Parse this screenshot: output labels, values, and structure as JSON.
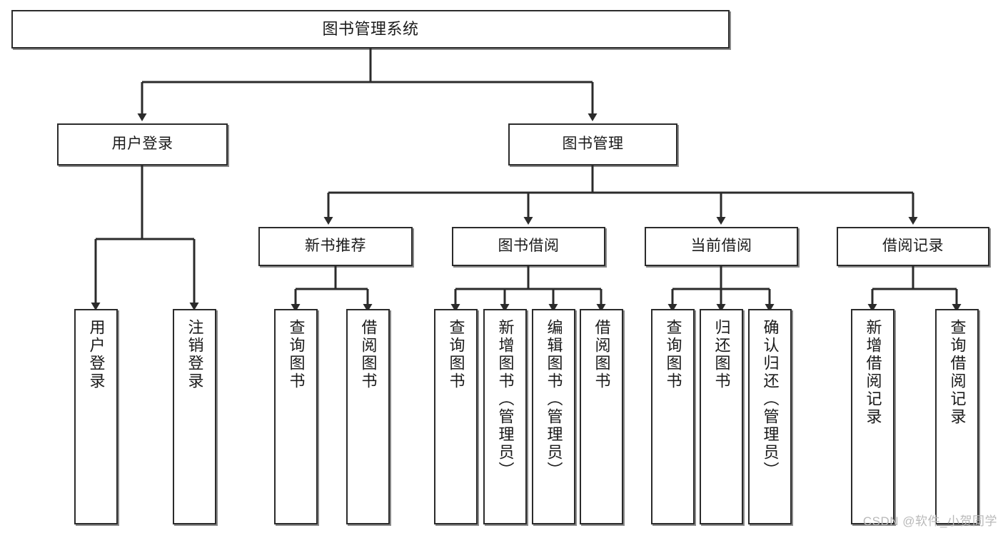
{
  "diagram": {
    "title": "图书管理系统",
    "type": "tree-hierarchy-diagram",
    "colors": {
      "background": "#ffffff",
      "box_border": "#2b2b2b",
      "box_fill": "#ffffff",
      "connector": "#2b2b2b",
      "text": "#1a1a1a",
      "watermark": "#b9b9b9"
    }
  },
  "nodes": {
    "root": {
      "label": "图书管理系统"
    },
    "level2": [
      {
        "label": "用户登录"
      },
      {
        "label": "图书管理"
      }
    ],
    "level3": [
      {
        "label": "新书推荐"
      },
      {
        "label": "图书借阅"
      },
      {
        "label": "当前借阅"
      },
      {
        "label": "借阅记录"
      }
    ],
    "leaves_user_login": [
      {
        "label": "用户登录"
      },
      {
        "label": "注销登录"
      }
    ],
    "leaves_new_book": [
      {
        "label": "查询图书"
      },
      {
        "label": "借阅图书"
      }
    ],
    "leaves_borrow": [
      {
        "label": "查询图书"
      },
      {
        "label": "新增图书（管理员）"
      },
      {
        "label": "编辑图书（管理员）"
      },
      {
        "label": "借阅图书"
      }
    ],
    "leaves_current": [
      {
        "label": "查询图书"
      },
      {
        "label": "归还图书"
      },
      {
        "label": "确认归还（管理员）"
      }
    ],
    "leaves_records": [
      {
        "label": "新增借阅记录"
      },
      {
        "label": "查询借阅记录"
      }
    ]
  },
  "watermark": {
    "text": "CSDN @软件_小贺同学"
  }
}
